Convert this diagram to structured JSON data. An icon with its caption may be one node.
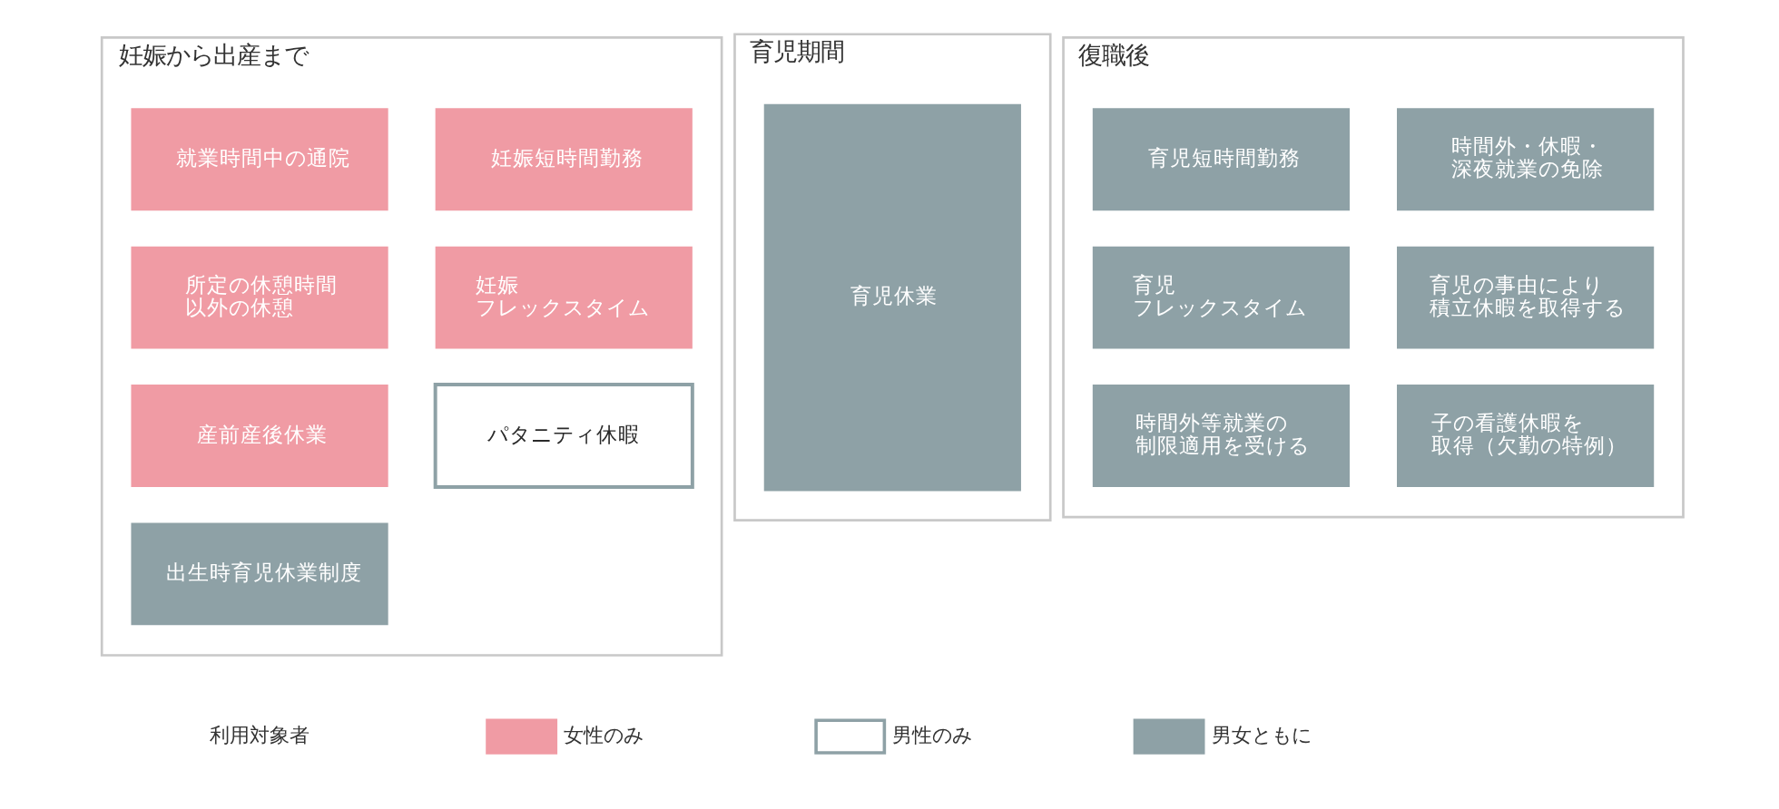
{
  "diagram": {
    "nodes": [
      {
        "text": [
          "妊娠から出産まで"
        ]
      },
      {
        "text": [
          "就業時間中の通院"
        ],
        "in": 0
      },
      {
        "text": [
          "妊娠短時間勤務"
        ],
        "in": 0
      },
      {
        "text": [
          "所定の休憩時間以外の休憩"
        ],
        "in": 0
      },
      {
        "text": [
          "妊娠フレックスタイム"
        ],
        "in": 0
      },
      {
        "text": [
          "産前産後休業"
        ],
        "in": 0
      },
      {
        "text": [
          "パタニティ休暇"
        ],
        "in": 0
      },
      {
        "text": [
          "出生時育児休業制度"
        ],
        "in": 0
      },
      {
        "text": [
          "育児期間"
        ]
      },
      {
        "text": [
          "育児休業"
        ],
        "in": 8
      },
      {
        "text": [
          "復職後"
        ]
      },
      {
        "text": [
          "育児短時間勤務"
        ],
        "in": 10
      },
      {
        "text": [
          "時間外・休暇・深夜就業の免除"
        ],
        "in": 10
      },
      {
        "text": [
          "育児フレックスタイム"
        ],
        "in": 10
      },
      {
        "text": [
          "育児の事由により積立休暇を取得する"
        ],
        "in": 10
      },
      {
        "text": [
          "時間外等就業の制限適用を受ける"
        ],
        "in": 10
      },
      {
        "text": [
          "子の看護休暇を取得（欠勤の特例）"
        ],
        "in": 10
      }
    ],
    "labels": [
      "利用対象者"
    ],
    "legend": [
      {
        "text": "女性のみ",
        "color": "#f09ba4"
      },
      {
        "text": "男性のみ",
        "color": "#ffffff"
      },
      {
        "text": "男女ともに",
        "color": "#8ea1a6"
      }
    ]
  }
}
